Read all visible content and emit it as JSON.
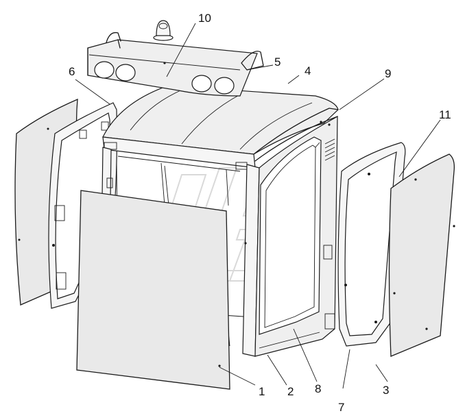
{
  "callouts": [
    {
      "id": "1",
      "text": "1"
    },
    {
      "id": "2",
      "text": "2"
    },
    {
      "id": "3",
      "text": "3"
    },
    {
      "id": "4",
      "text": "4"
    },
    {
      "id": "5",
      "text": "5"
    },
    {
      "id": "6",
      "text": "6"
    },
    {
      "id": "7",
      "text": "7"
    },
    {
      "id": "8",
      "text": "8"
    },
    {
      "id": "9",
      "text": "9"
    },
    {
      "id": "10",
      "text": "10"
    },
    {
      "id": "11",
      "text": "11"
    }
  ],
  "colors": {
    "line": "#1a1a1a",
    "panel_fill": "#e9e9e9",
    "watermark": "#d9d9d9",
    "background": "#ffffff"
  }
}
